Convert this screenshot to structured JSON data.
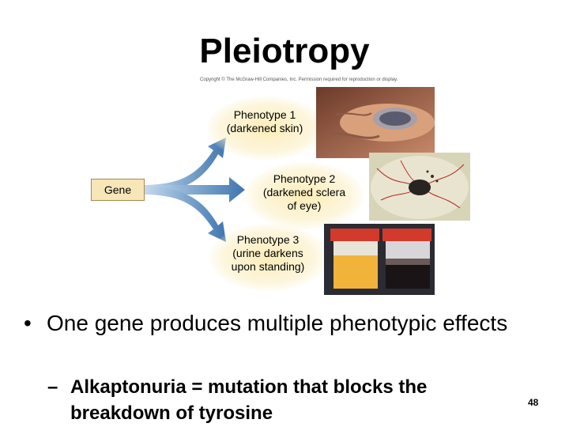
{
  "slide": {
    "title": "Pleiotropy",
    "copyright": "Copyright © The McGraw-Hill Companies, Inc. Permission required for reproduction or display.",
    "gene_label": "Gene",
    "phenotypes": [
      {
        "line1": "Phenotype 1",
        "line2": "(darkened skin)",
        "line3": ""
      },
      {
        "line1": "Phenotype 2",
        "line2": "(darkened sclera",
        "line3": "of eye)"
      },
      {
        "line1": "Phenotype 3",
        "line2": "(urine darkens",
        "line3": "upon standing)"
      }
    ],
    "bullet_main": "One gene produces multiple phenotypic effects",
    "bullet_sub": "Alkaptonuria = mutation that blocks the breakdown of tyrosine",
    "page_number": "48"
  },
  "icons": [
    "arrow-icon",
    "bullet-dot-icon"
  ],
  "colors": {
    "arrow": "#4a7fb5",
    "gene_box": "#f7e6b8",
    "glow": "#fcecb4"
  }
}
